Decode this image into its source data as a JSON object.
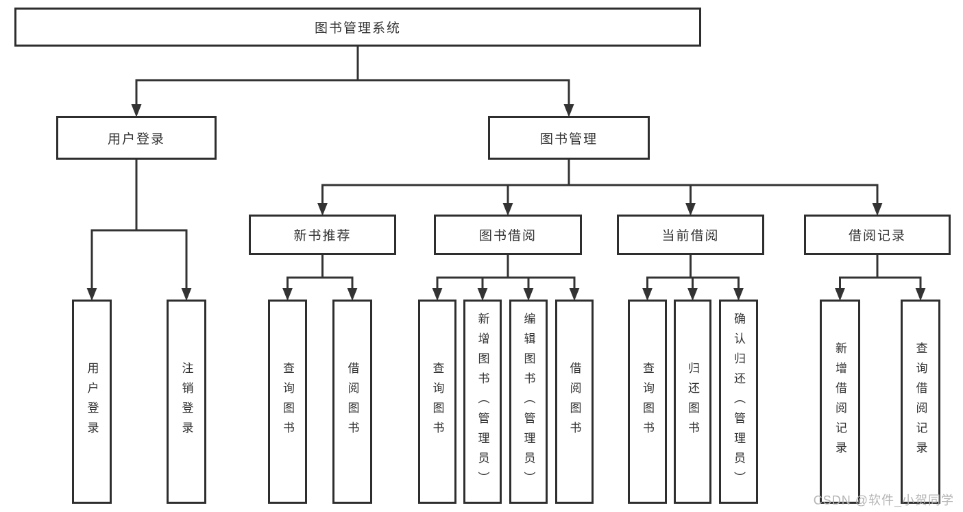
{
  "diagram": {
    "title": "图书管理系统",
    "nodes": [
      {
        "id": "root",
        "label": "图书管理系统",
        "orientation": "horizontal",
        "level": 0
      },
      {
        "id": "login",
        "label": "用户登录",
        "orientation": "horizontal",
        "level": 1
      },
      {
        "id": "bookmgmt",
        "label": "图书管理",
        "orientation": "horizontal",
        "level": 1
      },
      {
        "id": "newbook",
        "label": "新书推荐",
        "orientation": "horizontal",
        "level": 2
      },
      {
        "id": "borrow",
        "label": "图书借阅",
        "orientation": "horizontal",
        "level": 2
      },
      {
        "id": "current",
        "label": "当前借阅",
        "orientation": "horizontal",
        "level": 2
      },
      {
        "id": "records",
        "label": "借阅记录",
        "orientation": "horizontal",
        "level": 2
      },
      {
        "id": "leaf-user-login",
        "label": "用户登录",
        "orientation": "vertical",
        "level": 3
      },
      {
        "id": "leaf-logout",
        "label": "注销登录",
        "orientation": "vertical",
        "level": 3
      },
      {
        "id": "leaf-nb-query",
        "label": "查询图书",
        "orientation": "vertical",
        "level": 3
      },
      {
        "id": "leaf-nb-borrow",
        "label": "借阅图书",
        "orientation": "vertical",
        "level": 3
      },
      {
        "id": "leaf-bw-query",
        "label": "查询图书",
        "orientation": "vertical",
        "level": 3
      },
      {
        "id": "leaf-bw-add",
        "label": "新增图书（管理员）",
        "orientation": "vertical",
        "level": 3
      },
      {
        "id": "leaf-bw-edit",
        "label": "编辑图书（管理员）",
        "orientation": "vertical",
        "level": 3
      },
      {
        "id": "leaf-bw-borrow",
        "label": "借阅图书",
        "orientation": "vertical",
        "level": 3
      },
      {
        "id": "leaf-cur-query",
        "label": "查询图书",
        "orientation": "vertical",
        "level": 3
      },
      {
        "id": "leaf-cur-return",
        "label": "归还图书",
        "orientation": "vertical",
        "level": 3
      },
      {
        "id": "leaf-cur-confirm",
        "label": "确认归还（管理员）",
        "orientation": "vertical",
        "level": 3
      },
      {
        "id": "leaf-rec-add",
        "label": "新增借阅记录",
        "orientation": "vertical",
        "level": 3
      },
      {
        "id": "leaf-rec-query",
        "label": "查询借阅记录",
        "orientation": "vertical",
        "level": 3
      }
    ],
    "edges": [
      {
        "from": "root",
        "to": [
          "login",
          "bookmgmt"
        ]
      },
      {
        "from": "login",
        "to": [
          "leaf-user-login",
          "leaf-logout"
        ]
      },
      {
        "from": "bookmgmt",
        "to": [
          "newbook",
          "borrow",
          "current",
          "records"
        ]
      },
      {
        "from": "newbook",
        "to": [
          "leaf-nb-query",
          "leaf-nb-borrow"
        ]
      },
      {
        "from": "borrow",
        "to": [
          "leaf-bw-query",
          "leaf-bw-add",
          "leaf-bw-edit",
          "leaf-bw-borrow"
        ]
      },
      {
        "from": "current",
        "to": [
          "leaf-cur-query",
          "leaf-cur-return",
          "leaf-cur-confirm"
        ]
      },
      {
        "from": "records",
        "to": [
          "leaf-rec-add",
          "leaf-rec-query"
        ]
      }
    ],
    "colors": {
      "line": "#333333",
      "box_border": "#2e2e2e",
      "text": "#333333",
      "watermark": "#b5b5b5"
    }
  },
  "watermark": {
    "text": "CSDN @软件_小贺同学"
  }
}
